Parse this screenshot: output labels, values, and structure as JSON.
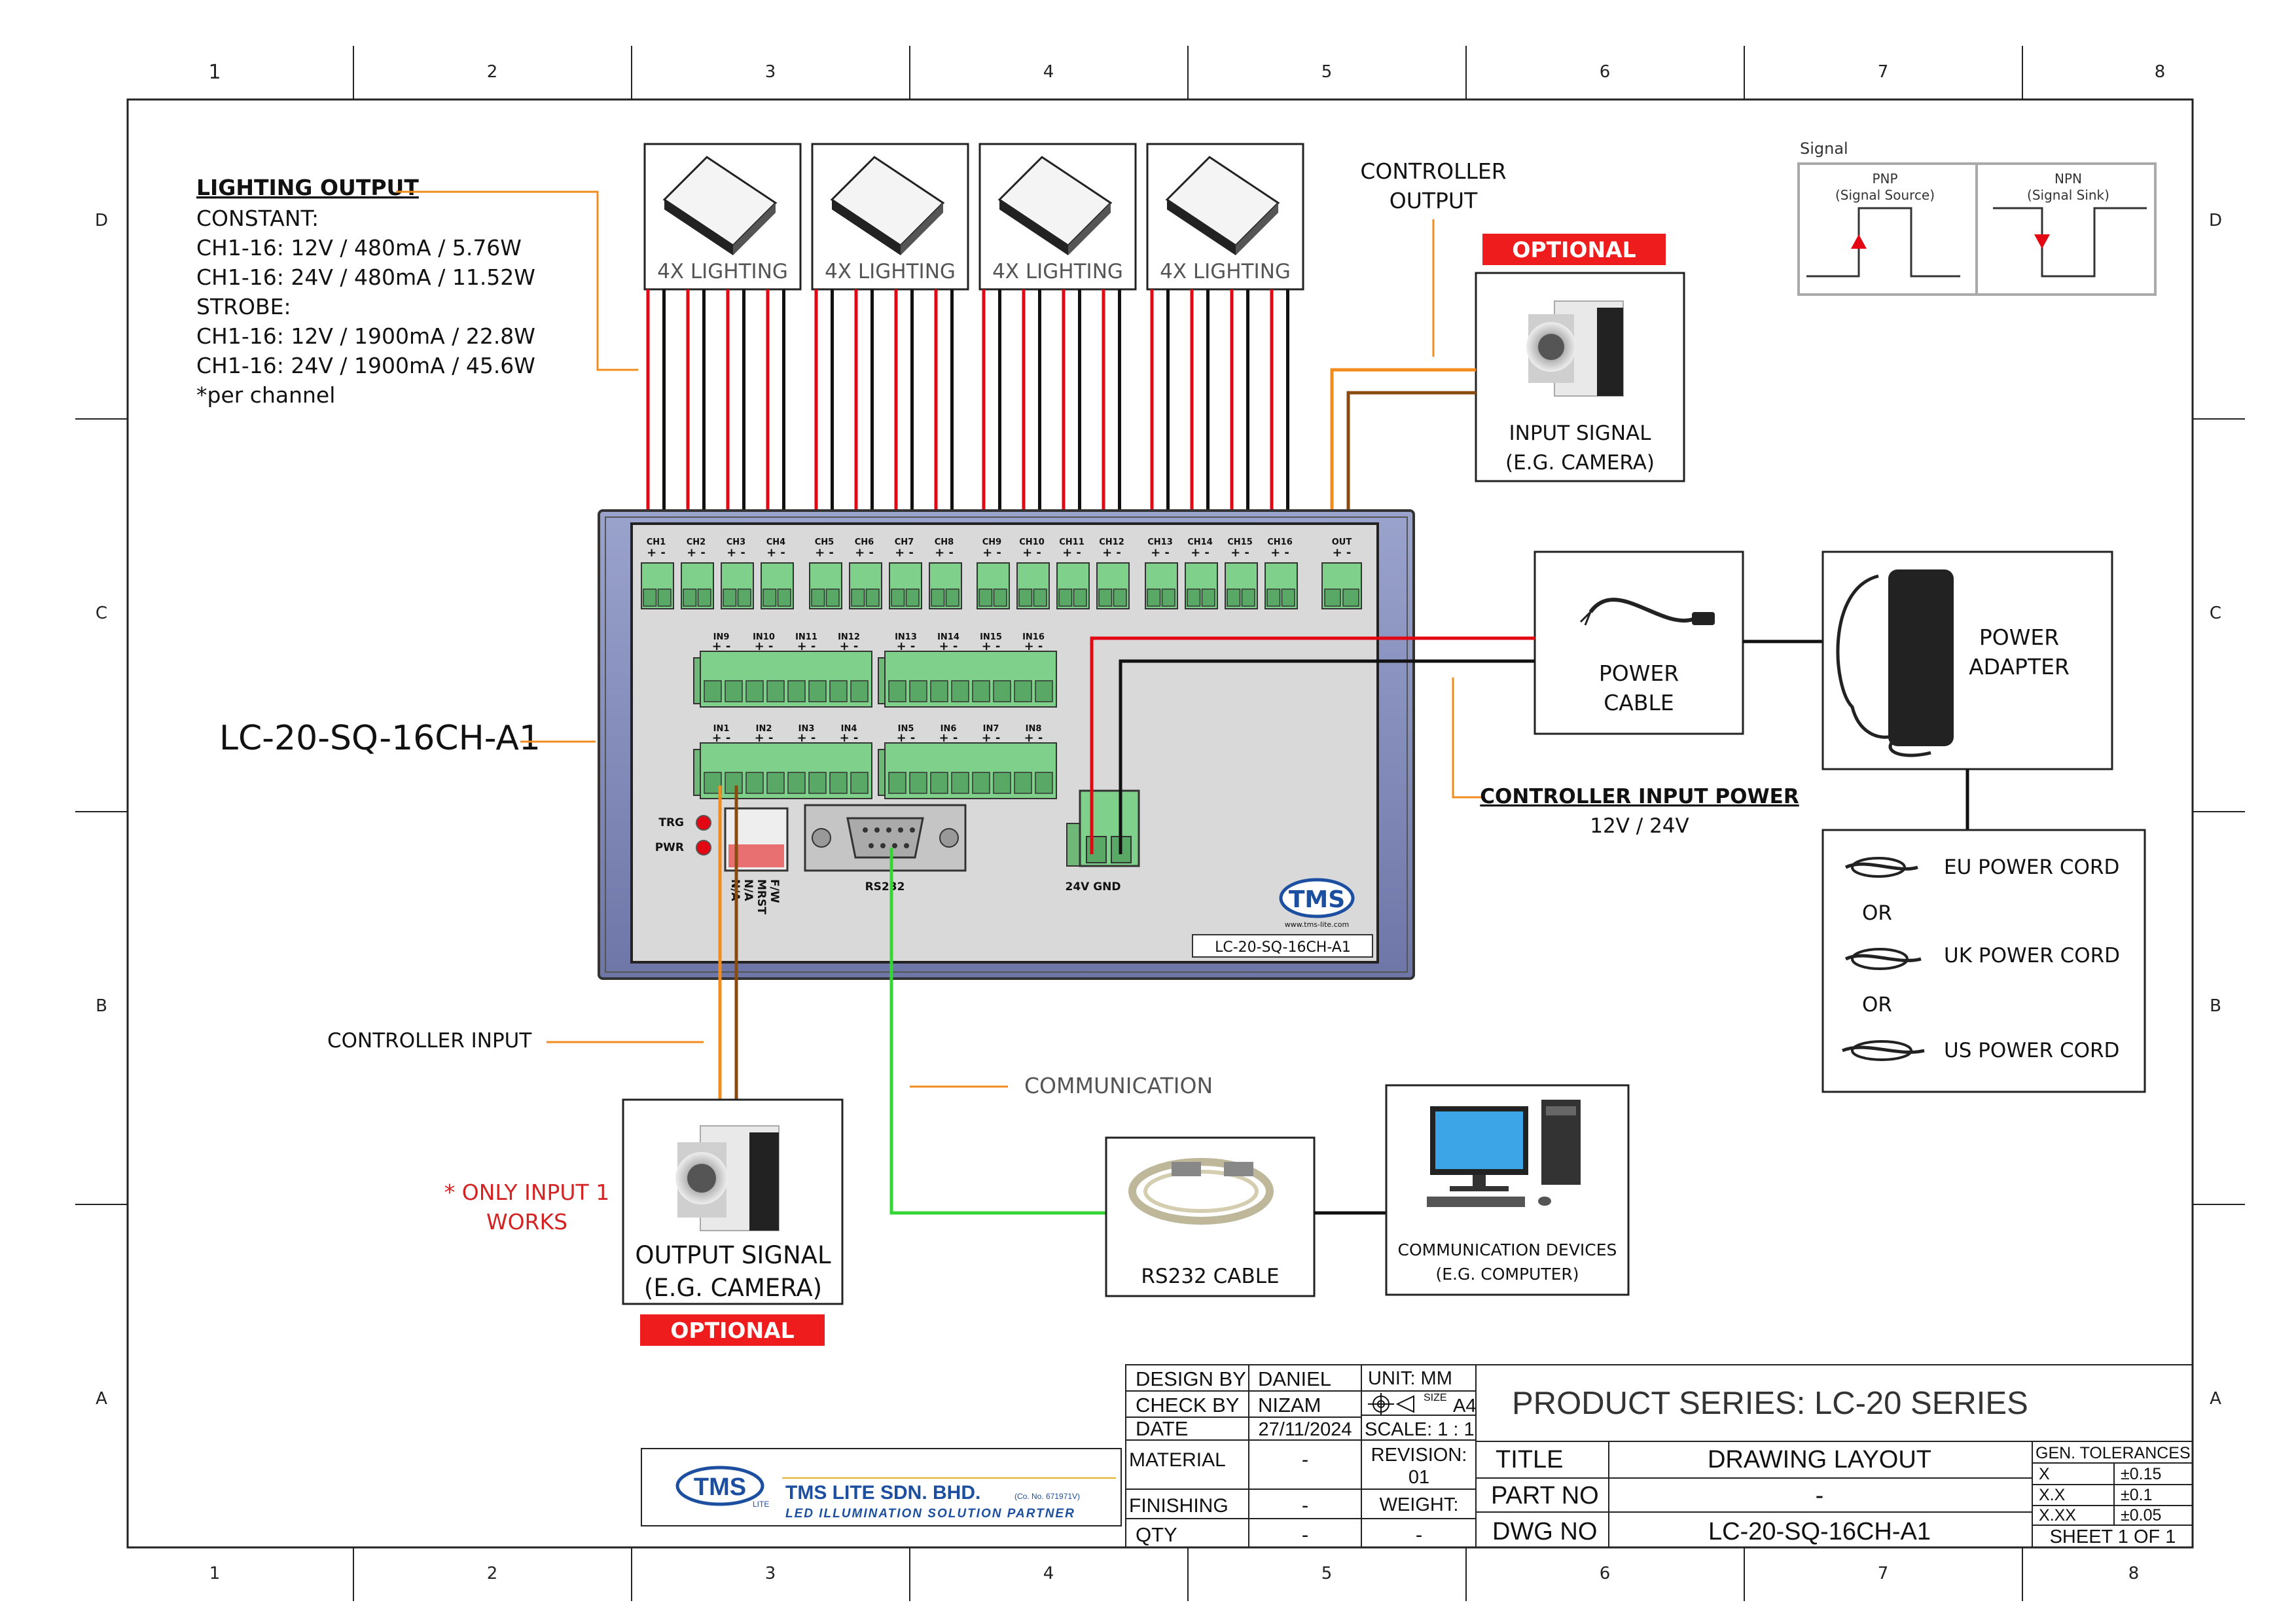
{
  "grid": {
    "columns": [
      "1",
      "2",
      "3",
      "4",
      "5",
      "6",
      "7",
      "8"
    ],
    "rows": [
      "D",
      "C",
      "B",
      "A"
    ]
  },
  "lighting_output": {
    "title": "LIGHTING OUTPUT",
    "lines": [
      "CONSTANT:",
      "CH1-16: 12V / 480mA / 5.76W",
      "CH1-16: 24V / 480mA / 11.52W",
      "STROBE:",
      "CH1-16: 12V / 1900mA / 22.8W",
      "CH1-16: 24V / 1900mA / 45.6W",
      "*per channel"
    ]
  },
  "lights": [
    "4X LIGHTING",
    "4X LIGHTING",
    "4X LIGHTING",
    "4X LIGHTING"
  ],
  "controller_output": {
    "line1": "CONTROLLER",
    "line2": "OUTPUT"
  },
  "optional_label": "OPTIONAL",
  "input_signal": {
    "line1": "INPUT SIGNAL",
    "line2": "(E.G. CAMERA)"
  },
  "signal_box": {
    "title": "Signal",
    "pnp": "PNP",
    "pnp_sub": "(Signal Source)",
    "npn": "NPN",
    "npn_sub": "(Signal Sink)"
  },
  "model_label": "LC-20-SQ-16CH-A1",
  "controller": {
    "channels": [
      "CH1",
      "CH2",
      "CH3",
      "CH4",
      "CH5",
      "CH6",
      "CH7",
      "CH8",
      "CH9",
      "CH10",
      "CH11",
      "CH12",
      "CH13",
      "CH14",
      "CH15",
      "CH16"
    ],
    "out_label": "OUT",
    "inputs_top": [
      "IN9",
      "IN10",
      "IN11",
      "IN12",
      "IN13",
      "IN14",
      "IN15",
      "IN16"
    ],
    "inputs_bottom": [
      "IN1",
      "IN2",
      "IN3",
      "IN4",
      "IN5",
      "IN6",
      "IN7",
      "IN8"
    ],
    "trg": "TRG",
    "pwr": "PWR",
    "switch_labels": [
      "N/A",
      "N/A",
      "MRST",
      "F/W"
    ],
    "rs232": "RS232",
    "power_terminal": "24V GND",
    "logo": "TMS",
    "website": "www.tms-lite.com",
    "model_plate": "LC-20-SQ-16CH-A1"
  },
  "power_cable": {
    "line1": "POWER",
    "line2": "CABLE"
  },
  "power_adapter": {
    "line1": "POWER",
    "line2": "ADAPTER"
  },
  "controller_input_power": {
    "title": "CONTROLLER INPUT POWER",
    "value": "12V / 24V"
  },
  "power_cords": {
    "eu": "EU POWER CORD",
    "or1": "OR",
    "uk": "UK POWER CORD",
    "or2": "OR",
    "us": "US POWER CORD"
  },
  "controller_input": "CONTROLLER INPUT",
  "communication": "COMMUNICATION",
  "only_input": {
    "line1": "* ONLY INPUT 1",
    "line2": "WORKS"
  },
  "output_signal": {
    "line1": "OUTPUT SIGNAL",
    "line2": "(E.G. CAMERA)"
  },
  "rs232_cable": "RS232 CABLE",
  "comm_devices": {
    "line1": "COMMUNICATION DEVICES",
    "line2": "(E.G. COMPUTER)"
  },
  "title_block": {
    "company": "TMS LITE SDN. BHD.",
    "company_reg": "(Co. No. 671971V)",
    "tagline": "LED ILLUMINATION SOLUTION PARTNER",
    "logo": "TMS",
    "logo_sub": "LITE",
    "design_by_label": "DESIGN BY",
    "design_by": "DANIEL",
    "check_by_label": "CHECK BY",
    "check_by": "NIZAM",
    "date_label": "DATE",
    "date": "27/11/2024",
    "unit": "UNIT:  MM",
    "size_label": "SIZE",
    "size": "A4",
    "scale": "SCALE: 1 : 1",
    "material_label": "MATERIAL",
    "material": "-",
    "revision_label": "REVISION:",
    "revision": "01",
    "finishing_label": "FINISHING",
    "finishing": "-",
    "weight_label": "WEIGHT:",
    "weight": "-",
    "qty_label": "QTY",
    "qty": "-",
    "product_series": "PRODUCT SERIES: LC-20 SERIES",
    "title_label": "TITLE",
    "title": "DRAWING LAYOUT",
    "part_no_label": "PART NO",
    "part_no": "-",
    "dwg_no_label": "DWG NO",
    "dwg_no": "LC-20-SQ-16CH-A1",
    "tolerances": {
      "header": "GEN. TOLERANCES",
      "rows": [
        [
          "X",
          "±0.15"
        ],
        [
          "X.X",
          "±0.1"
        ],
        [
          "X.XX",
          "±0.05"
        ]
      ]
    },
    "sheet": "SHEET 1 OF 1"
  },
  "colors": {
    "red": "#e30613",
    "orange": "#f28c1e",
    "brown": "#8a4b10",
    "green": "#33d633",
    "terminal": "#7fd08a",
    "optional_bg": "#ee1c1c"
  }
}
